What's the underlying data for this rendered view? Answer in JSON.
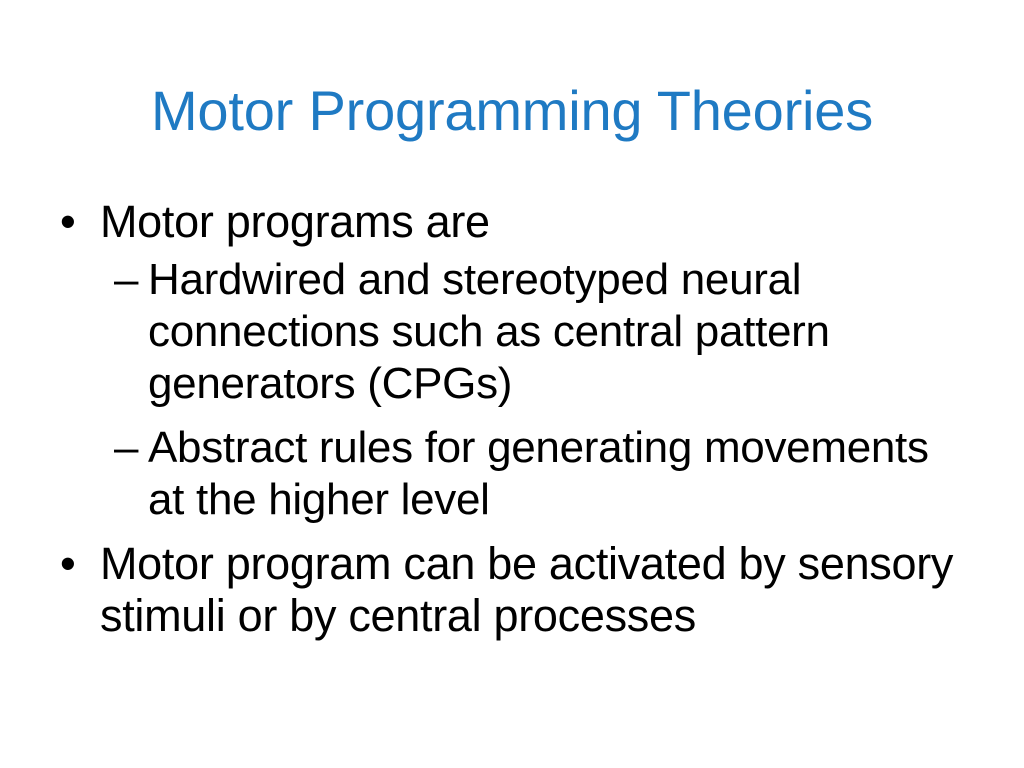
{
  "slide": {
    "title": "Motor Programming Theories",
    "title_color": "#1F7AC3",
    "body_color": "#000000",
    "background_color": "#FFFFFF",
    "bullet_marker_level1": "•",
    "bullet_marker_level2": "–",
    "content": [
      {
        "level": 1,
        "marker": "•",
        "text": "Motor programs are"
      },
      {
        "level": 2,
        "marker": "–",
        "text": "Hardwired and stereotyped neural connections such as central pattern generators (CPGs)"
      },
      {
        "level": 2,
        "marker": "–",
        "text": "Abstract rules for generating movements at the higher level"
      },
      {
        "level": 1,
        "marker": "•",
        "text": "Motor program can be activated by sensory stimuli or by central processes"
      }
    ]
  }
}
